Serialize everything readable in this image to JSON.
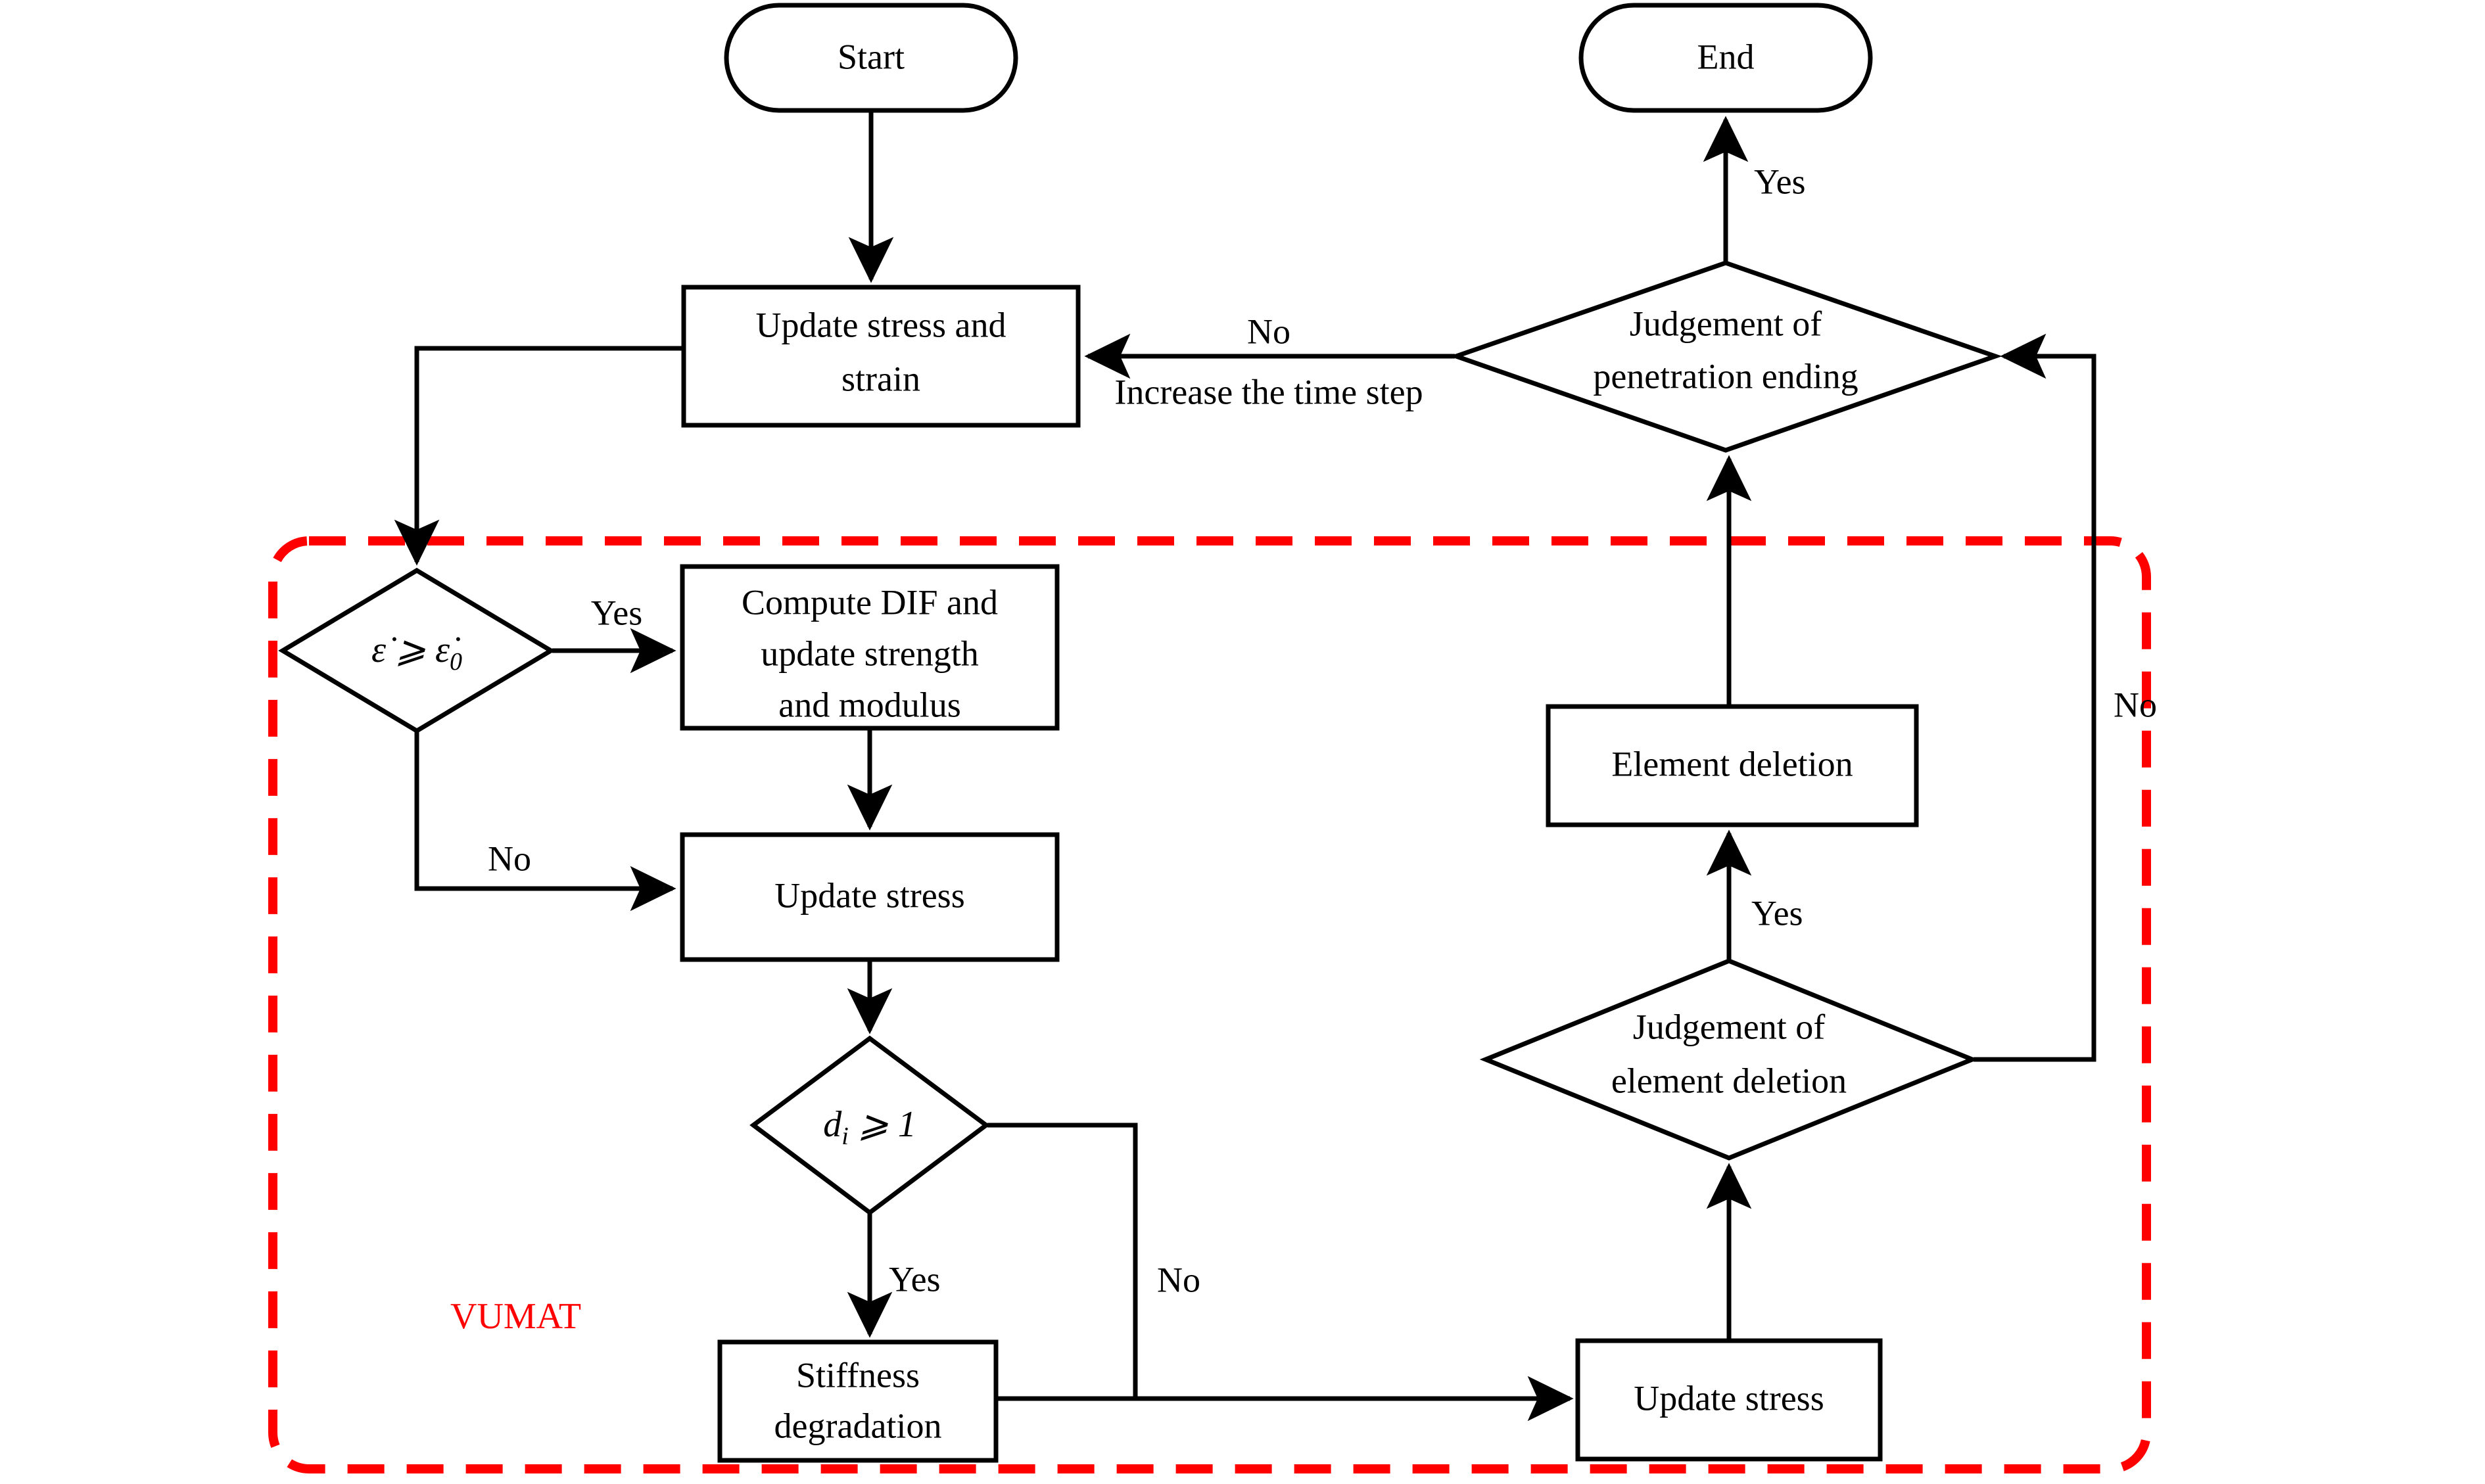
{
  "diagram": {
    "title": "VUMAT penetration simulation flowchart",
    "accent_color": "#ff0000",
    "line_color": "#000000",
    "background_color": "#ffffff"
  },
  "nodes": {
    "start": {
      "label": "Start",
      "shape": "terminator"
    },
    "end": {
      "label": "End",
      "shape": "terminator"
    },
    "update_stress_strain": {
      "label_line1": "Update stress and",
      "label_line2": "strain",
      "shape": "process"
    },
    "judge_penetration": {
      "label_line1": "Judgement of",
      "label_line2": "penetration ending",
      "shape": "decision"
    },
    "strain_rate_check": {
      "label": "ε̇ ⩾ ε̇0",
      "base": "ε̇ ⩾ ε̇",
      "subscript": "0",
      "shape": "decision"
    },
    "compute_dif": {
      "label_line1": "Compute DIF and",
      "label_line2": "update strength",
      "label_line3": "and modulus",
      "shape": "process"
    },
    "update_stress_left": {
      "label": "Update stress",
      "shape": "process"
    },
    "damage_check": {
      "label": "di ⩾ 1",
      "base_pre": "d",
      "subscript": "i",
      "base_post": " ⩾ 1",
      "shape": "decision"
    },
    "stiffness_degradation": {
      "label_line1": "Stiffness",
      "label_line2": "degradation",
      "shape": "process"
    },
    "update_stress_right": {
      "label": "Update stress",
      "shape": "process"
    },
    "judge_element_deletion": {
      "label_line1": "Judgement of",
      "label_line2": "element deletion",
      "shape": "decision"
    },
    "element_deletion": {
      "label": "Element deletion",
      "shape": "process"
    }
  },
  "edge_labels": {
    "penetration_yes": "Yes",
    "penetration_no": "No",
    "increase_time_step": "Increase the time step",
    "strain_rate_yes": "Yes",
    "strain_rate_no": "No",
    "damage_yes": "Yes",
    "damage_no": "No",
    "element_deletion_yes": "Yes",
    "element_deletion_no": "No"
  },
  "annotations": {
    "vumat_region": "VUMAT"
  }
}
